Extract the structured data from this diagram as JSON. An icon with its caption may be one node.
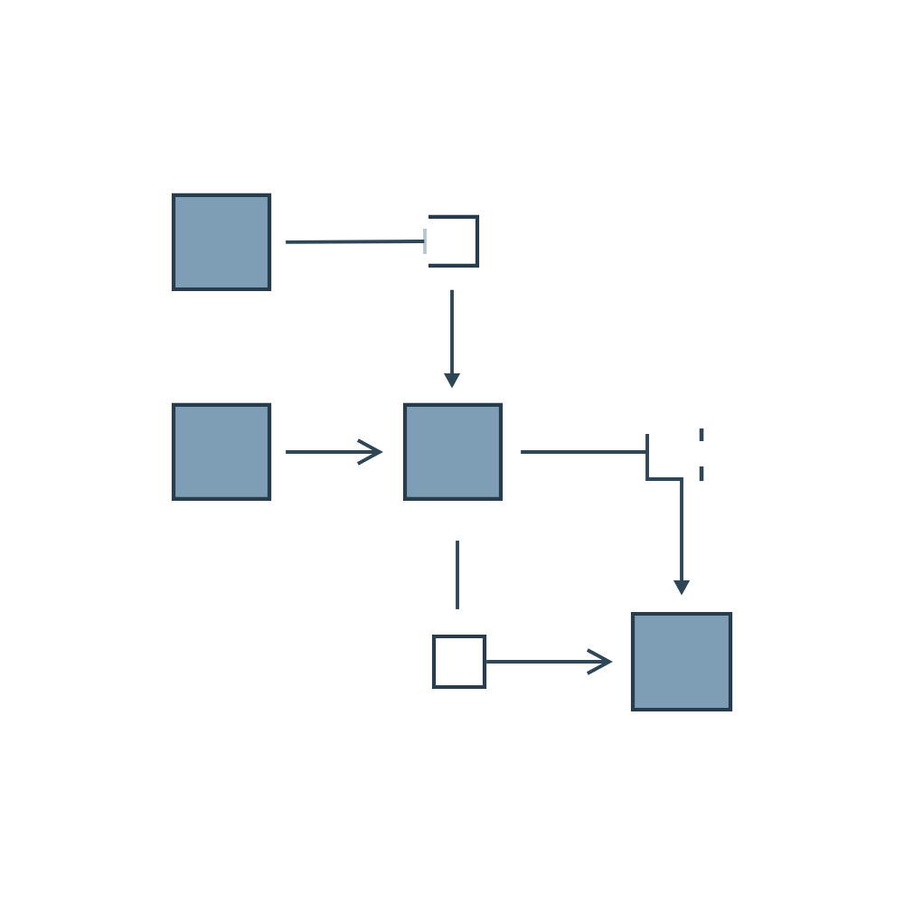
{
  "diagram": {
    "nodes": [
      {
        "text": [],
        "shape": "box"
      },
      {
        "text": [],
        "shape": "box"
      },
      {
        "text": [],
        "shape": "box"
      },
      {
        "text": [],
        "shape": "box"
      },
      {
        "text": [],
        "shape": "box"
      },
      {
        "text": [],
        "shape": "box"
      }
    ],
    "edges": [
      {
        "from": 0,
        "to": 1,
        "arrow": "none"
      },
      {
        "from": 1,
        "to": 3,
        "arrow": "to"
      },
      {
        "from": 2,
        "to": 3,
        "arrow": "to"
      },
      {
        "from": 3,
        "to": 4,
        "arrow": "to"
      },
      {
        "from": 3,
        "to": 5,
        "arrow": "none"
      },
      {
        "from": 5,
        "to": 4,
        "arrow": "to"
      }
    ]
  }
}
